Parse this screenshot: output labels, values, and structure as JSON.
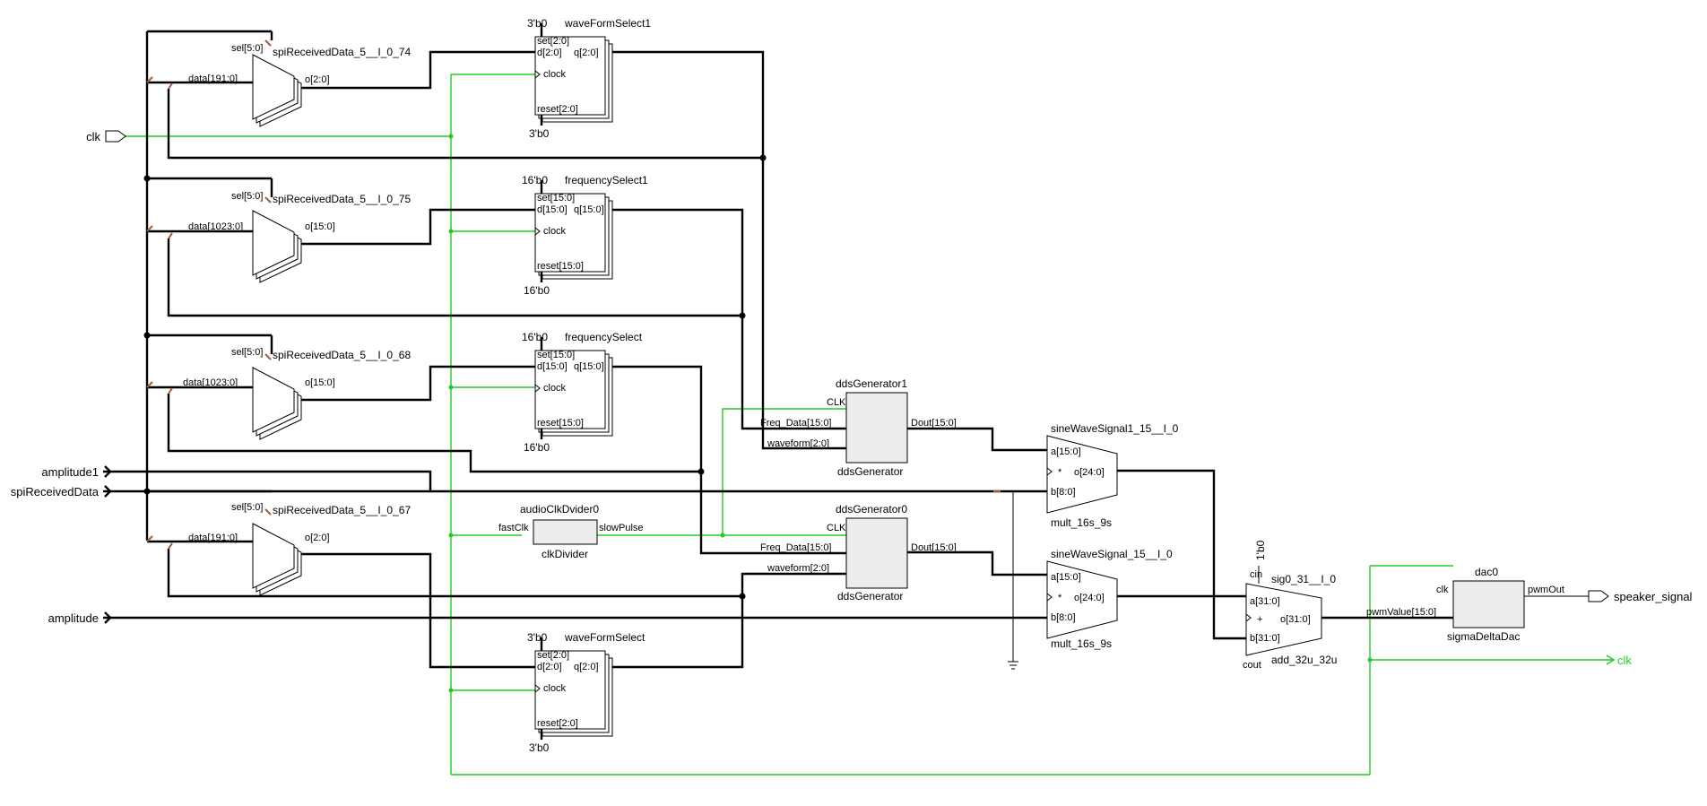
{
  "ports": {
    "clk": "clk",
    "amplitude1": "amplitude1",
    "spiReceivedData": "spiReceivedData",
    "amplitude": "amplitude",
    "speaker_signal": "speaker_signal",
    "clk_out": "clk"
  },
  "muxes": [
    {
      "name": "spiReceivedData_5__I_0_74",
      "sel": "sel[5:0]",
      "data": "data[191:0]",
      "out": "o[2:0]"
    },
    {
      "name": "spiReceivedData_5__I_0_75",
      "sel": "sel[5:0]",
      "data": "data[1023:0]",
      "out": "o[15:0]"
    },
    {
      "name": "spiReceivedData_5__I_0_68",
      "sel": "sel[5:0]",
      "data": "data[1023:0]",
      "out": "o[15:0]"
    },
    {
      "name": "spiReceivedData_5__I_0_67",
      "sel": "sel[5:0]",
      "data": "data[191:0]",
      "out": "o[2:0]"
    }
  ],
  "registers": [
    {
      "name": "waveFormSelect1",
      "const_top": "3'b0",
      "const_bottom": "3'b0",
      "set": "set[2:0]",
      "d": "d[2:0]",
      "q": "q[2:0]",
      "clock": "clock",
      "reset": "reset[2:0]"
    },
    {
      "name": "frequencySelect1",
      "const_top": "16'b0",
      "const_bottom": "16'b0",
      "set": "set[15:0]",
      "d": "d[15:0]",
      "q": "q[15:0]",
      "clock": "clock",
      "reset": "reset[15:0]"
    },
    {
      "name": "frequencySelect",
      "const_top": "16'b0",
      "const_bottom": "16'b0",
      "set": "set[15:0]",
      "d": "d[15:0]",
      "q": "q[15:0]",
      "clock": "clock",
      "reset": "reset[15:0]"
    },
    {
      "name": "waveFormSelect",
      "const_top": "3'b0",
      "const_bottom": "3'b0",
      "set": "set[2:0]",
      "d": "d[2:0]",
      "q": "q[2:0]",
      "clock": "clock",
      "reset": "reset[2:0]"
    }
  ],
  "dds": [
    {
      "instance": "ddsGenerator1",
      "type": "ddsGenerator",
      "clk": "CLK",
      "freq": "Freq_Data[15:0]",
      "waveform": "waveform[2:0]",
      "dout": "Dout[15:0]"
    },
    {
      "instance": "ddsGenerator0",
      "type": "ddsGenerator",
      "clk": "CLK",
      "freq": "Freq_Data[15:0]",
      "waveform": "waveform[2:0]",
      "dout": "Dout[15:0]"
    }
  ],
  "clkdiv": {
    "instance": "audioClkDvider0",
    "type": "clkDivider",
    "in": "fastClk",
    "out": "slowPulse"
  },
  "multipliers": [
    {
      "instance": "sineWaveSignal1_15__I_0",
      "type": "mult_16s_9s",
      "a": "a[15:0]",
      "b": "b[8:0]",
      "op": "*",
      "out": "o[24:0]"
    },
    {
      "instance": "sineWaveSignal_15__I_0",
      "type": "mult_16s_9s",
      "a": "a[15:0]",
      "b": "b[8:0]",
      "op": "*",
      "out": "o[24:0]"
    }
  ],
  "adder": {
    "instance": "sig0_31__I_0",
    "type": "add_32u_32u",
    "const": "1'b0",
    "cin": "cin",
    "a": "a[31:0]",
    "b": "b[31:0]",
    "op": "+",
    "out": "o[31:0]",
    "cout": "cout"
  },
  "dac": {
    "instance": "dac0",
    "type": "sigmaDeltaDac",
    "clk": "clk",
    "pwmValue": "pwmValue[15:0]",
    "pwmOut": "pwmOut"
  }
}
